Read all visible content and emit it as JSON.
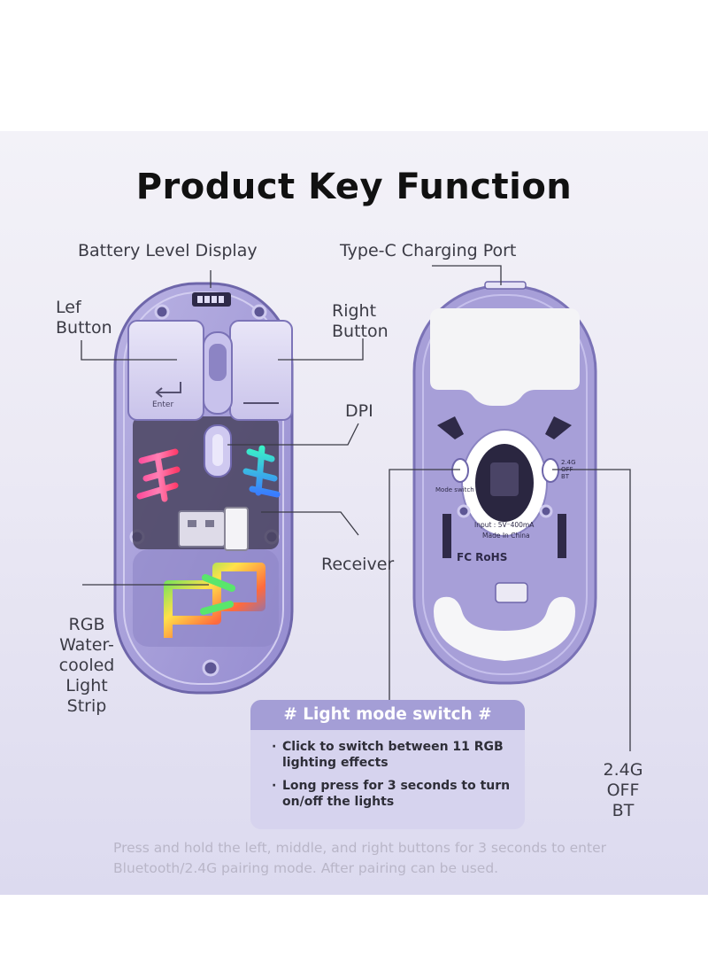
{
  "title": "Product Key Function",
  "labels": {
    "battery": "Battery Level Display",
    "typec": "Type-C Charging Port",
    "left_button": [
      "Lef",
      "Button"
    ],
    "right_button": [
      "Right",
      "Button"
    ],
    "dpi": "DPI",
    "receiver": "Receiver",
    "rgb": [
      "RGB",
      "Water-",
      "cooled",
      "Light",
      "Strip"
    ],
    "mode_switch_values": [
      "2.4G",
      "OFF",
      "BT"
    ]
  },
  "mouse_text": {
    "enter_key": "Enter",
    "mode_switch": "Mode switch",
    "input": "Input : 5V⁻400mA",
    "made_in": "Made In China",
    "certs": "FC RoHS",
    "switch_small": [
      "2.4G",
      "OFF",
      "BT"
    ]
  },
  "light_mode": {
    "heading": "# Light mode switch #",
    "items": [
      "Click to switch between 11 RGB lighting effects",
      "Long press for 3 seconds to turn on/off the lights"
    ]
  },
  "pairing_note": "Press and hold the left, middle, and right buttons for 3 seconds to enter Bluetooth/2.4G pairing mode. After pairing can be used.",
  "colors": {
    "mouse_body": "#a79fd8",
    "mouse_dark": "#7e76b8",
    "accent": "#a49ed6"
  }
}
